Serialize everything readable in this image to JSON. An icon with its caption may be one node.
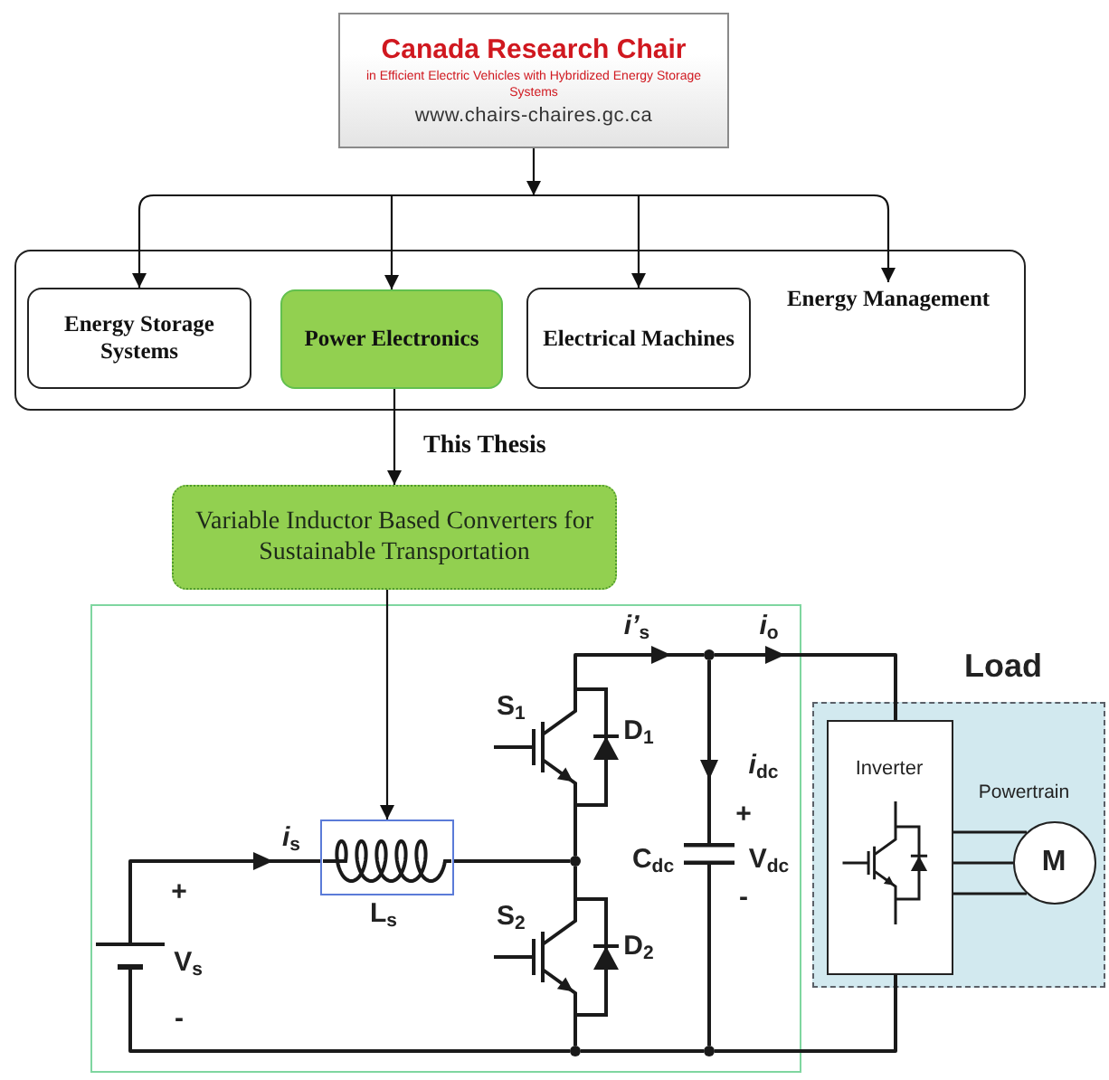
{
  "diagram": {
    "nodes": [
      {
        "text": [
          "Canada Research Chair",
          "in Efficient Electric Vehicles with Hybridized Energy Storage Systems",
          "www.chairs-chaires.gc.ca"
        ]
      },
      {
        "text": [],
        "shape": "box"
      },
      {
        "text": [
          "Energy Storage Systems"
        ],
        "in": 1
      },
      {
        "text": [
          "Power Electronics"
        ],
        "in": 1
      },
      {
        "text": [
          "Electrical Machines"
        ],
        "in": 1
      },
      {
        "text": [
          "Energy Management"
        ],
        "in": 1
      },
      {
        "text": [
          "Variable Inductor Based Converters for Sustainable Transportation"
        ]
      },
      {
        "text": [],
        "shape": "box"
      },
      {
        "text": [],
        "shape": "circle",
        "in": 7
      },
      {
        "text": [
          "S$_{1}$"
        ],
        "beside": [
          "D$_{1}$"
        ],
        "in": 7
      },
      {
        "text": [],
        "shape": "box",
        "beside": [
          "L$_{s}$"
        ],
        "in": 7
      },
      {
        "text": [],
        "shape": "picture",
        "beside": [
          "+",
          "C$_{dc}$",
          "V$_{dc}$",
          "-"
        ],
        "in": 7
      },
      {
        "text": [],
        "shape": "circle",
        "in": 7
      },
      {
        "text": [],
        "shape": "picture",
        "beside": [
          "+",
          "V$_{s}$",
          "-"
        ],
        "in": 7
      },
      {
        "text": [
          "S$_{2}$"
        ],
        "beside": [
          "D$_{2}$"
        ],
        "in": 7
      },
      {
        "text": [],
        "shape": "circle",
        "in": 7
      },
      {
        "text": [],
        "shape": "circle",
        "in": 7
      },
      {
        "text": [
          "Load"
        ]
      },
      {
        "text": [
          "Inverter"
        ],
        "in": 17
      },
      {
        "text": [
          "M"
        ],
        "in": 17
      }
    ],
    "edges": [
      {
        "from": 0,
        "to": 2,
        "arrow": "to"
      },
      {
        "from": 0,
        "to": 3,
        "arrow": "to"
      },
      {
        "from": 0,
        "to": 4,
        "arrow": "to"
      },
      {
        "from": 0,
        "to": 5,
        "arrow": "to"
      },
      {
        "from": 3,
        "to": 6,
        "arrow": "to",
        "label": "This Thesis"
      },
      {
        "from": 6,
        "to": 10,
        "arrow": "to"
      },
      {
        "from": 9,
        "to": 8,
        "arrow": "to",
        "label": "*i’*$_{s}$"
      },
      {
        "from": 8,
        "to": 18,
        "arrow": "to",
        "label": "*i*$_{o}$"
      },
      {
        "from": 8,
        "to": 11,
        "arrow": "to",
        "label": "*i*$_{dc}$"
      },
      {
        "from": 11,
        "to": 16,
        "arrow": "none"
      },
      {
        "from": 13,
        "to": 10,
        "arrow": "to",
        "label": "*i*$_{s}$"
      },
      {
        "from": 10,
        "to": 12,
        "arrow": "none"
      },
      {
        "from": 9,
        "to": 12,
        "arrow": "none"
      },
      {
        "from": 12,
        "to": 14,
        "arrow": "none"
      },
      {
        "from": 13,
        "to": 15,
        "arrow": "none"
      },
      {
        "from": 14,
        "to": 15,
        "arrow": "none"
      },
      {
        "from": 15,
        "to": 16,
        "arrow": "none"
      },
      {
        "from": 16,
        "to": 18,
        "arrow": "none"
      },
      {
        "from": 18,
        "to": 19,
        "arrow": "none"
      },
      {
        "from": 18,
        "to": 19,
        "arrow": "none"
      },
      {
        "from": 18,
        "to": 19,
        "arrow": "none"
      }
    ],
    "labels": [
      "Powertrain"
    ]
  }
}
